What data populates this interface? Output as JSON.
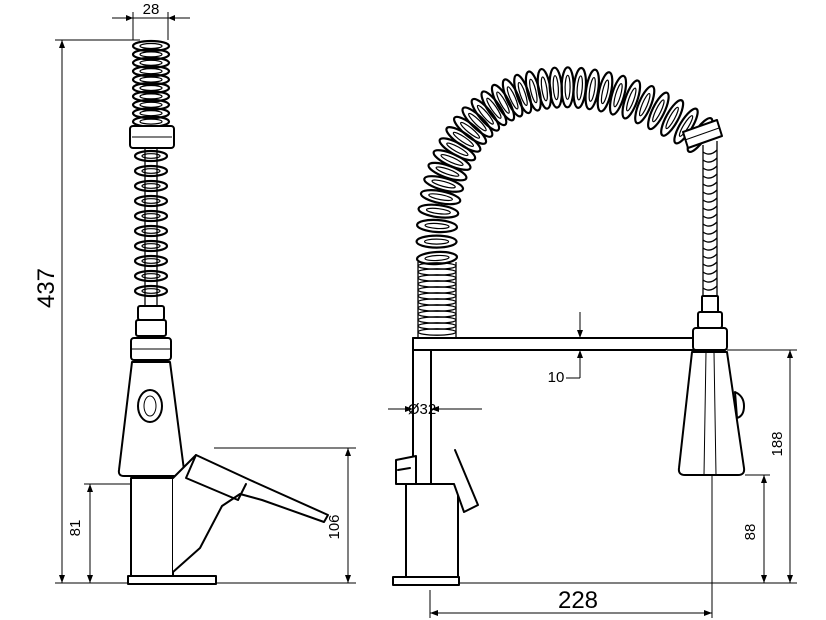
{
  "dimensions": {
    "side_width": "28",
    "total_height": "437",
    "base_height": "81",
    "lever_height": "106",
    "bar_thickness": "10",
    "column_diameter": "Ø32",
    "reach": "228",
    "head_height": "188",
    "head_bottom_height": "88"
  }
}
